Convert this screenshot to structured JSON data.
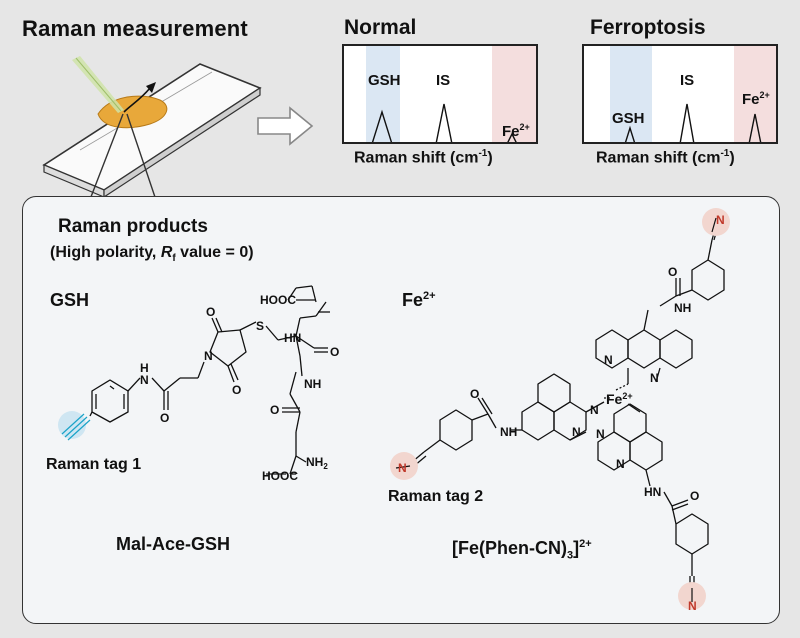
{
  "header": {
    "title": "Raman measurement"
  },
  "spectra": {
    "normal": {
      "title": "Normal",
      "labels": {
        "gsh": "GSH",
        "is": "IS",
        "fe": "Fe",
        "fe_sup": "2+"
      },
      "axis": {
        "text": "Raman shift (cm",
        "sup": "-1",
        "close": ")"
      }
    },
    "ferroptosis": {
      "title": "Ferroptosis",
      "labels": {
        "gsh": "GSH",
        "is": "IS",
        "fe": "Fe",
        "fe_sup": "2+"
      },
      "axis": {
        "text": "Raman shift (cm",
        "sup": "-1",
        "close": ")"
      }
    }
  },
  "panel": {
    "title": "Raman products",
    "subtitle_pre": "(High polarity, ",
    "subtitle_r": "R",
    "subtitle_f": "f",
    "subtitle_post": " value = 0)",
    "gsh_label": "GSH",
    "fe_label": "Fe",
    "fe_sup": "2+",
    "tag1": "Raman tag 1",
    "tag2": "Raman tag 2",
    "mal_name": "Mal-Ace-GSH",
    "complex": {
      "open": "[Fe(Phen-CN)",
      "sub": "3",
      "close": "]",
      "sup": "2+"
    }
  },
  "molecule_text": {
    "hooc": "HOOC",
    "h": "H",
    "n": "N",
    "o": "O",
    "s": "S",
    "nh": "NH",
    "hn": "HN",
    "nh2": "NH",
    "nh2_sub": "2",
    "fe": "Fe",
    "fe_sup": "2+"
  },
  "colors": {
    "blue_band": "#dbe7f3",
    "pink_band": "#f4dede",
    "alkyne": "#1aa3c8",
    "nitrile": "#c0392b"
  }
}
